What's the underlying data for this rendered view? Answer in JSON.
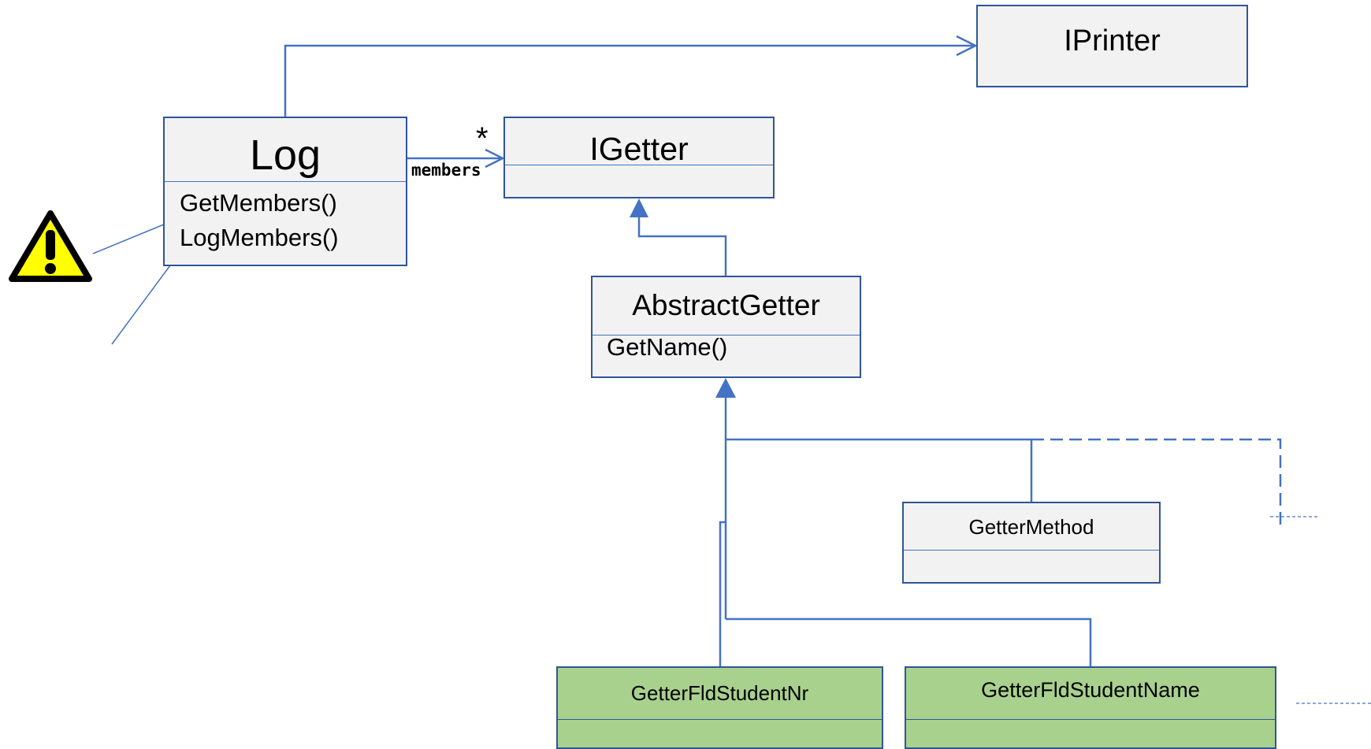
{
  "classes": {
    "iprinter": {
      "name": "IPrinter"
    },
    "log": {
      "name": "Log",
      "operations": [
        "GetMembers()",
        "LogMembers()"
      ]
    },
    "igetter": {
      "name": "IGetter"
    },
    "abstract_getter": {
      "name": "AbstractGetter",
      "operations": [
        "GetName()"
      ]
    },
    "getter_method": {
      "name": "GetterMethod"
    },
    "getter_fld_student_nr": {
      "name": "GetterFldStudentNr"
    },
    "getter_fld_student_name": {
      "name": "GetterFldStudentName"
    }
  },
  "association": {
    "role": "members",
    "multiplicity": "*"
  },
  "icons": {
    "warning": "warning-icon"
  },
  "colors": {
    "line": "#4472c4",
    "border": "#2f5597",
    "class_fill": "#f2f2f2",
    "highlight_fill": "#a9d18e",
    "warning_fill": "#ffff00"
  }
}
